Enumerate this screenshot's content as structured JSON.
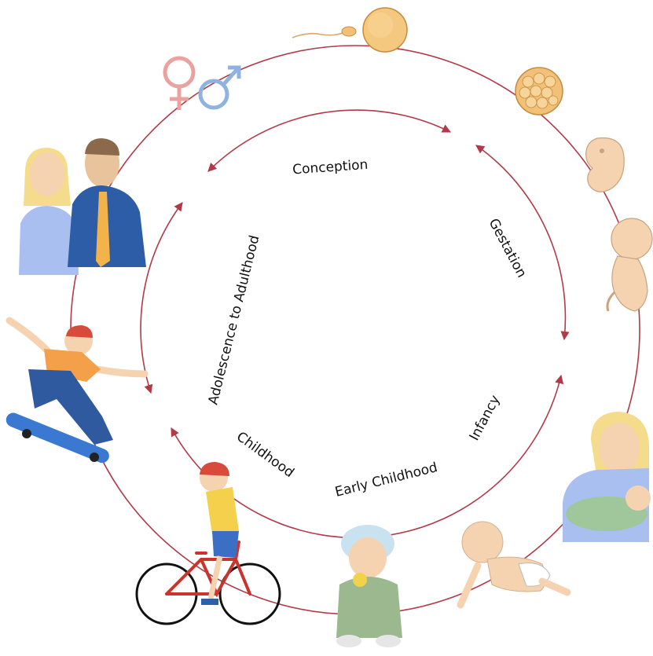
{
  "diagram": {
    "stages": [
      {
        "id": "conception",
        "label": "Conception"
      },
      {
        "id": "gestation",
        "label": "Gestation"
      },
      {
        "id": "infancy",
        "label": "Infancy"
      },
      {
        "id": "early-childhood",
        "label": "Early Childhood"
      },
      {
        "id": "childhood",
        "label": "Childhood"
      },
      {
        "id": "adolescence-adulthood",
        "label": "Adolescence to Adulthood"
      }
    ],
    "colors": {
      "cycle_line": "#b23a48",
      "female_symbol": "#e8a3a0",
      "male_symbol": "#8fb3e0",
      "cell": "#f2c078",
      "skin": "#f5d3b0"
    },
    "illustrations": [
      "sperm-and-egg-icon",
      "cell-division-icon",
      "embryo-icon",
      "fetus-icon",
      "mother-holding-infant-icon",
      "crawling-baby-icon",
      "sitting-toddler-icon",
      "child-on-bicycle-icon",
      "teen-skateboarder-icon",
      "adult-couple-icon",
      "female-symbol-icon",
      "male-symbol-icon"
    ]
  }
}
